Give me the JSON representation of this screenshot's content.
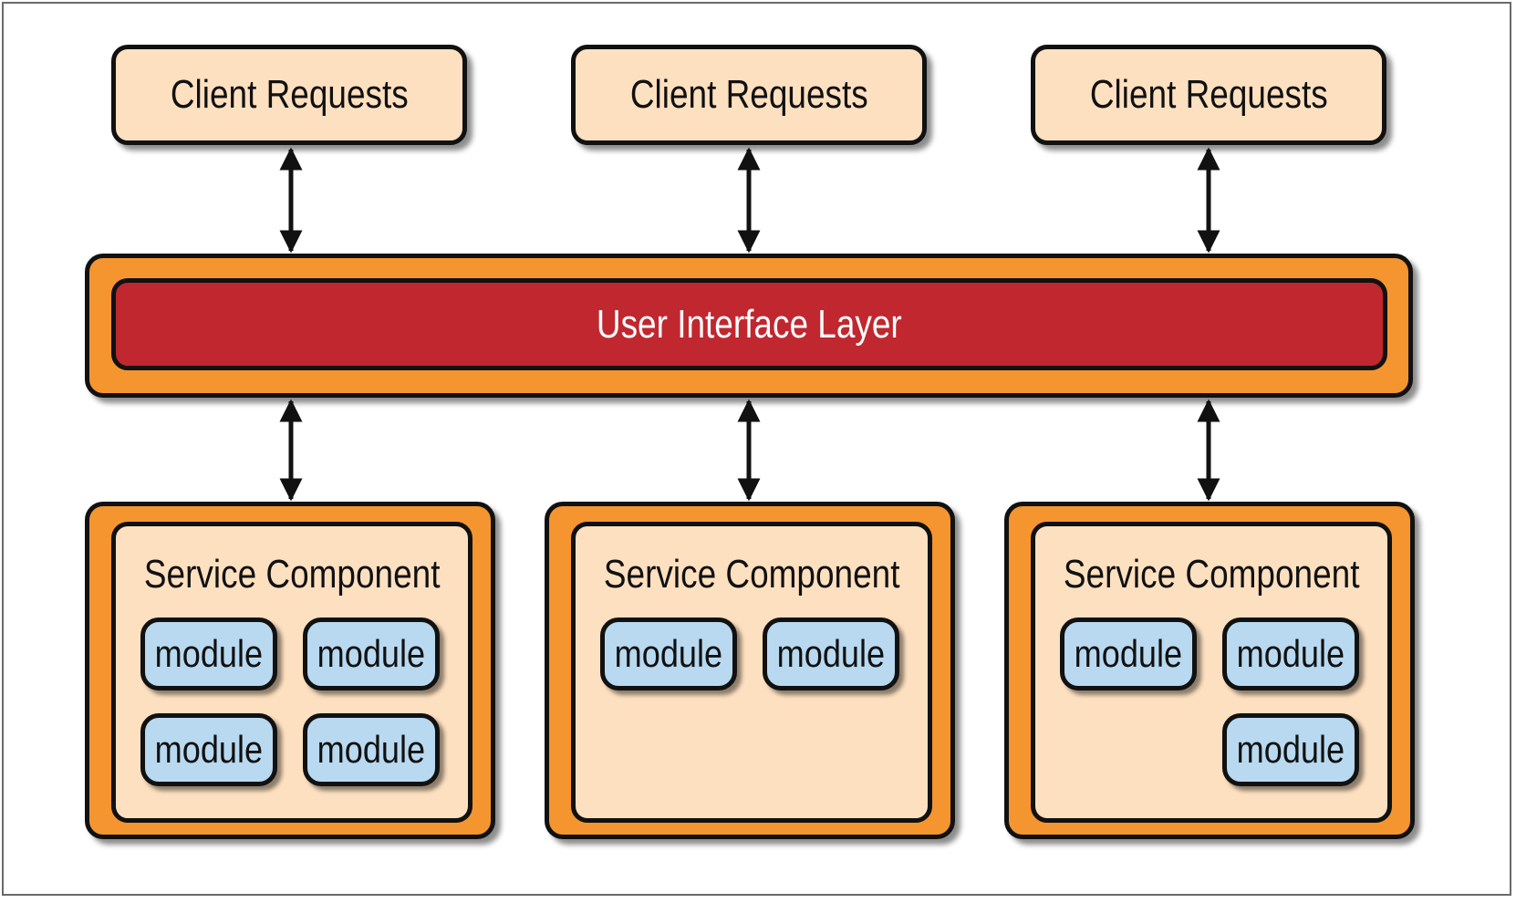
{
  "diagram": {
    "clients": [
      {
        "label": "Client Requests"
      },
      {
        "label": "Client Requests"
      },
      {
        "label": "Client Requests"
      }
    ],
    "ui_layer": {
      "label": "User Interface Layer"
    },
    "services": [
      {
        "label": "Service Component",
        "modules": [
          "module",
          "module",
          "module",
          "module"
        ]
      },
      {
        "label": "Service Component",
        "modules": [
          "module",
          "module"
        ]
      },
      {
        "label": "Service Component",
        "modules": [
          "module",
          "module",
          "module"
        ]
      }
    ],
    "connections": [
      {
        "from": "client-1",
        "to": "user-interface-layer",
        "direction": "both"
      },
      {
        "from": "client-2",
        "to": "user-interface-layer",
        "direction": "both"
      },
      {
        "from": "client-3",
        "to": "user-interface-layer",
        "direction": "both"
      },
      {
        "from": "user-interface-layer",
        "to": "service-1",
        "direction": "both"
      },
      {
        "from": "user-interface-layer",
        "to": "service-2",
        "direction": "both"
      },
      {
        "from": "user-interface-layer",
        "to": "service-3",
        "direction": "both"
      }
    ]
  },
  "colors": {
    "client_fill": "#fde0c0",
    "container_fill": "#f5952f",
    "ui_layer_fill": "#c0272f",
    "module_fill": "#b8d9f0",
    "outline": "#111111"
  }
}
